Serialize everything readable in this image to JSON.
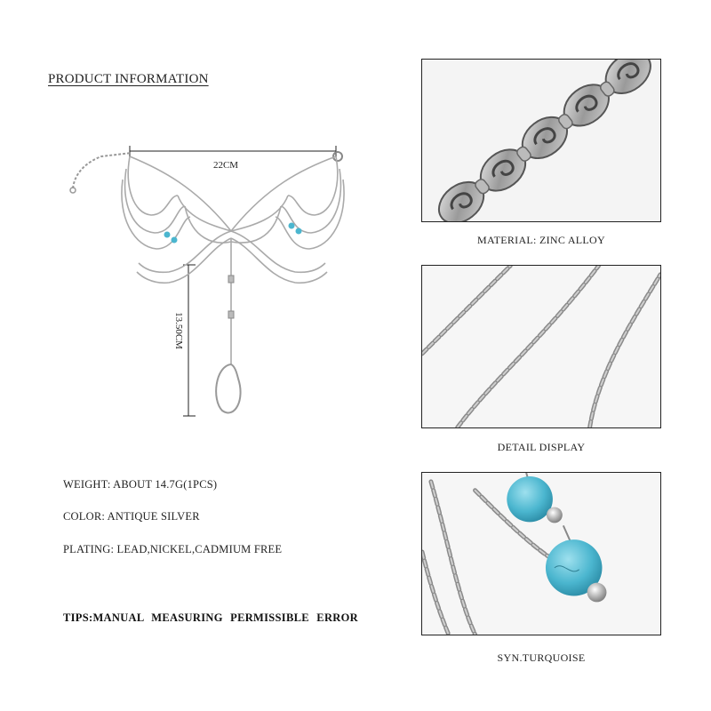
{
  "title": "PRODUCT INFORMATION",
  "dimensions": {
    "width_label": "22CM",
    "length_label": "13.50CM"
  },
  "specs": {
    "weight": "WEIGHT: ABOUT 14.7G(1PCS)",
    "color": "COLOR: ANTIQUE SILVER",
    "plating": "PLATING: LEAD,NICKEL,CADMIUM FREE"
  },
  "tips": "TIPS:MANUAL MEASURING PERMISSIBLE ERROR",
  "photos": [
    {
      "caption": "MATERIAL: ZINC ALLOY"
    },
    {
      "caption": "DETAIL DISPLAY"
    },
    {
      "caption": "SYN.TURQUOISE"
    }
  ],
  "colors": {
    "silver": "#b8b8b8",
    "silver_dark": "#7a7a7a",
    "turquoise": "#4bb6cf"
  }
}
